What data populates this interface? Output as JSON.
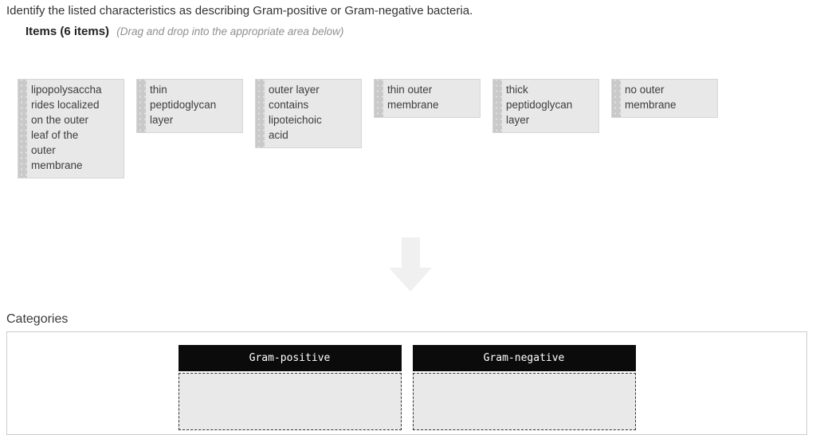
{
  "header": {
    "question": "Identify the listed characteristics as describing Gram-positive or Gram-negative bacteria.",
    "items_label": "Items (6 items)",
    "items_hint": "(Drag and drop into the appropriate area below)"
  },
  "items": [
    "lipopolysaccharides localized on the outer leaf of the outer membrane",
    "thin peptidoglycan layer",
    "outer layer contains lipoteichoic acid",
    "thin outer membrane",
    "thick peptidoglycan layer",
    "no outer membrane"
  ],
  "categories": {
    "title": "Categories",
    "bins": [
      {
        "name": "Gram-positive"
      },
      {
        "name": "Gram-negative"
      }
    ]
  },
  "colors": {
    "item_bg": "#e8e8e8",
    "item_handle": "#c9c9c9",
    "bin_header_bg": "#0b0b0b",
    "bin_header_text": "#ffffff",
    "dropzone_bg": "#e9e9e9",
    "arrow": "#f0f0f0",
    "panel_border": "#cccccc"
  }
}
